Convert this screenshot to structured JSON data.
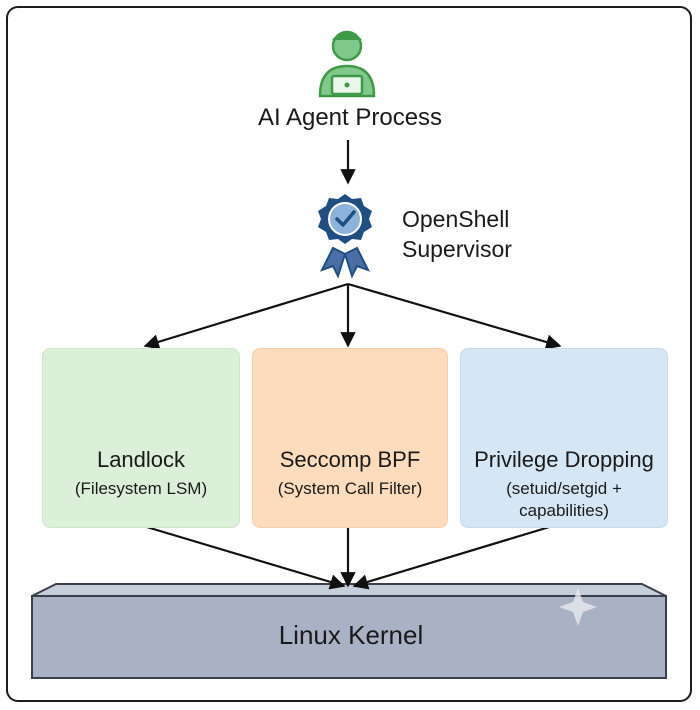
{
  "nodes": {
    "agent": {
      "label": "AI Agent Process"
    },
    "supervisor": {
      "line1": "OpenShell",
      "line2": "Supervisor"
    },
    "landlock": {
      "title": "Landlock",
      "subtitle": "(Filesystem LSM)"
    },
    "seccomp": {
      "title": "Seccomp BPF",
      "subtitle": "(System Call Filter)"
    },
    "privilege": {
      "title": "Privilege Dropping",
      "subtitle": "(setuid/setgid + capabilities)"
    },
    "kernel": {
      "label": "Linux Kernel"
    }
  },
  "icons": {
    "agent": "person-laptop-icon",
    "supervisor": "badge-check-icon",
    "landlock": "shield-map-icon",
    "seccomp": "code-filter-icon",
    "privilege": "shield-lock-icon"
  },
  "colors": {
    "green": "#3f9a47",
    "blue": "#1f4f82",
    "orange": "#e07b2a",
    "steel": "#4a6fa5",
    "kernel": "#a8b2c4"
  }
}
